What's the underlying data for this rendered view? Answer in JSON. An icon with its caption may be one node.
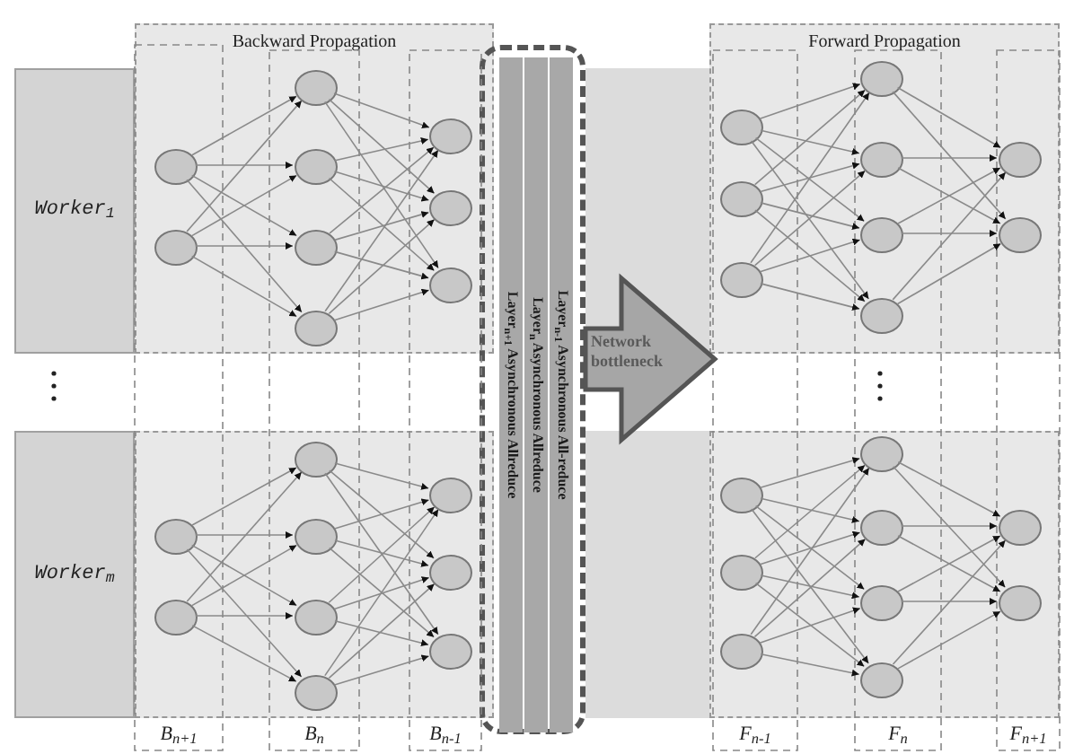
{
  "diagram": {
    "nodes": [
      {
        "text": [
          "Worker$_{1}$"
        ]
      },
      {
        "text": [
          "Worker$_{m}$"
        ]
      },
      {
        "text": [
          "Backward Propagation"
        ]
      },
      {
        "text": [],
        "shape": "box"
      },
      {
        "text": [],
        "shape": "box"
      },
      {
        "text": [
          "Layer$_{n+1}$ Asynchronous Allreduce"
        ],
        "in": 4
      },
      {
        "text": [
          "Layer$_{n}$ Asynchronous Allreduce"
        ],
        "in": 4
      },
      {
        "text": [
          "Layer$_{n-1}$ Asynchronous All-reduce"
        ],
        "in": 4
      },
      {
        "text": [],
        "shape": "box"
      },
      {
        "text": [
          "Forward Propagation"
        ]
      },
      {
        "text": [],
        "shape": "box"
      },
      {
        "text": [],
        "shape": "circle",
        "in": 2
      },
      {
        "text": [],
        "shape": "circle",
        "in": 2
      },
      {
        "text": [],
        "shape": "circle",
        "in": 2
      },
      {
        "text": [],
        "shape": "circle",
        "in": 2
      },
      {
        "text": [],
        "shape": "circle",
        "in": 2
      },
      {
        "text": [],
        "shape": "circle",
        "in": 2
      },
      {
        "text": [],
        "shape": "circle",
        "in": 2
      },
      {
        "text": [],
        "shape": "circle",
        "in": 2
      },
      {
        "text": [],
        "shape": "circle",
        "in": 2
      },
      {
        "text": [],
        "shape": "circle",
        "in": 3
      },
      {
        "text": [],
        "shape": "circle",
        "in": 3
      },
      {
        "text": [],
        "shape": "circle",
        "in": 3
      },
      {
        "text": [],
        "shape": "circle",
        "in": 3
      },
      {
        "text": [],
        "shape": "circle",
        "in": 3
      },
      {
        "text": [],
        "shape": "circle",
        "in": 3
      },
      {
        "text": [],
        "shape": "circle",
        "in": 3
      },
      {
        "text": [],
        "shape": "circle",
        "in": 3
      },
      {
        "text": [],
        "shape": "circle",
        "in": 3
      },
      {
        "text": [],
        "shape": "circle",
        "in": 9
      },
      {
        "text": [],
        "shape": "circle",
        "in": 9
      },
      {
        "text": [],
        "shape": "circle",
        "in": 9
      },
      {
        "text": [],
        "shape": "circle",
        "in": 9
      },
      {
        "text": [],
        "shape": "circle",
        "in": 9
      },
      {
        "text": [],
        "shape": "circle",
        "in": 9
      },
      {
        "text": [],
        "shape": "circle",
        "in": 9
      },
      {
        "text": [],
        "shape": "circle",
        "in": 9
      },
      {
        "text": [],
        "shape": "circle",
        "in": 9
      },
      {
        "text": [],
        "shape": "circle",
        "in": 10
      },
      {
        "text": [],
        "shape": "circle",
        "in": 10
      },
      {
        "text": [],
        "shape": "circle",
        "in": 10
      },
      {
        "text": [],
        "shape": "circle",
        "in": 10
      },
      {
        "text": [],
        "shape": "circle",
        "in": 10
      },
      {
        "text": [],
        "shape": "circle",
        "in": 10
      },
      {
        "text": [],
        "shape": "circle",
        "in": 10
      },
      {
        "text": [],
        "shape": "circle",
        "in": 10
      },
      {
        "text": [],
        "shape": "circle",
        "in": 10
      },
      {
        "text": [],
        "shape": "box"
      }
    ],
    "edges": [
      {
        "from": 11,
        "to": 13,
        "arrow": "to"
      },
      {
        "from": 11,
        "to": 14,
        "arrow": "to"
      },
      {
        "from": 11,
        "to": 15,
        "arrow": "to"
      },
      {
        "from": 11,
        "to": 16,
        "arrow": "to"
      },
      {
        "from": 12,
        "to": 13,
        "arrow": "to"
      },
      {
        "from": 12,
        "to": 14,
        "arrow": "to"
      },
      {
        "from": 12,
        "to": 15,
        "arrow": "to"
      },
      {
        "from": 12,
        "to": 16,
        "arrow": "to"
      },
      {
        "from": 13,
        "to": 17,
        "arrow": "to"
      },
      {
        "from": 13,
        "to": 18,
        "arrow": "to"
      },
      {
        "from": 13,
        "to": 19,
        "arrow": "to"
      },
      {
        "from": 14,
        "to": 17,
        "arrow": "to"
      },
      {
        "from": 14,
        "to": 18,
        "arrow": "to"
      },
      {
        "from": 14,
        "to": 19,
        "arrow": "to"
      },
      {
        "from": 15,
        "to": 17,
        "arrow": "to"
      },
      {
        "from": 15,
        "to": 18,
        "arrow": "to"
      },
      {
        "from": 15,
        "to": 19,
        "arrow": "to"
      },
      {
        "from": 16,
        "to": 17,
        "arrow": "to"
      },
      {
        "from": 16,
        "to": 18,
        "arrow": "to"
      },
      {
        "from": 16,
        "to": 19,
        "arrow": "to"
      },
      {
        "from": 20,
        "to": 22,
        "arrow": "to"
      },
      {
        "from": 20,
        "to": 23,
        "arrow": "to"
      },
      {
        "from": 20,
        "to": 24,
        "arrow": "to"
      },
      {
        "from": 20,
        "to": 25,
        "arrow": "to"
      },
      {
        "from": 21,
        "to": 22,
        "arrow": "to"
      },
      {
        "from": 21,
        "to": 23,
        "arrow": "to"
      },
      {
        "from": 21,
        "to": 24,
        "arrow": "to"
      },
      {
        "from": 21,
        "to": 25,
        "arrow": "to"
      },
      {
        "from": 22,
        "to": 26,
        "arrow": "to"
      },
      {
        "from": 22,
        "to": 27,
        "arrow": "to"
      },
      {
        "from": 22,
        "to": 28,
        "arrow": "to"
      },
      {
        "from": 23,
        "to": 26,
        "arrow": "to"
      },
      {
        "from": 23,
        "to": 27,
        "arrow": "to"
      },
      {
        "from": 23,
        "to": 28,
        "arrow": "to"
      },
      {
        "from": 24,
        "to": 26,
        "arrow": "to"
      },
      {
        "from": 24,
        "to": 27,
        "arrow": "to"
      },
      {
        "from": 24,
        "to": 28,
        "arrow": "to"
      },
      {
        "from": 25,
        "to": 26,
        "arrow": "to"
      },
      {
        "from": 25,
        "to": 27,
        "arrow": "to"
      },
      {
        "from": 25,
        "to": 28,
        "arrow": "to"
      },
      {
        "from": 29,
        "to": 32,
        "arrow": "to"
      },
      {
        "from": 29,
        "to": 33,
        "arrow": "to"
      },
      {
        "from": 29,
        "to": 34,
        "arrow": "to"
      },
      {
        "from": 29,
        "to": 35,
        "arrow": "to"
      },
      {
        "from": 30,
        "to": 32,
        "arrow": "to"
      },
      {
        "from": 30,
        "to": 33,
        "arrow": "to"
      },
      {
        "from": 30,
        "to": 34,
        "arrow": "to"
      },
      {
        "from": 30,
        "to": 35,
        "arrow": "to"
      },
      {
        "from": 31,
        "to": 32,
        "arrow": "to"
      },
      {
        "from": 31,
        "to": 33,
        "arrow": "to"
      },
      {
        "from": 31,
        "to": 34,
        "arrow": "to"
      },
      {
        "from": 31,
        "to": 35,
        "arrow": "to"
      },
      {
        "from": 32,
        "to": 36,
        "arrow": "to"
      },
      {
        "from": 32,
        "to": 37,
        "arrow": "to"
      },
      {
        "from": 33,
        "to": 36,
        "arrow": "to"
      },
      {
        "from": 33,
        "to": 37,
        "arrow": "to"
      },
      {
        "from": 34,
        "to": 36,
        "arrow": "to"
      },
      {
        "from": 34,
        "to": 37,
        "arrow": "to"
      },
      {
        "from": 35,
        "to": 36,
        "arrow": "to"
      },
      {
        "from": 35,
        "to": 37,
        "arrow": "to"
      },
      {
        "from": 38,
        "to": 41,
        "arrow": "to"
      },
      {
        "from": 38,
        "to": 42,
        "arrow": "to"
      },
      {
        "from": 38,
        "to": 43,
        "arrow": "to"
      },
      {
        "from": 38,
        "to": 44,
        "arrow": "to"
      },
      {
        "from": 39,
        "to": 41,
        "arrow": "to"
      },
      {
        "from": 39,
        "to": 42,
        "arrow": "to"
      },
      {
        "from": 39,
        "to": 43,
        "arrow": "to"
      },
      {
        "from": 39,
        "to": 44,
        "arrow": "to"
      },
      {
        "from": 40,
        "to": 41,
        "arrow": "to"
      },
      {
        "from": 40,
        "to": 42,
        "arrow": "to"
      },
      {
        "from": 40,
        "to": 43,
        "arrow": "to"
      },
      {
        "from": 40,
        "to": 44,
        "arrow": "to"
      },
      {
        "from": 41,
        "to": 45,
        "arrow": "to"
      },
      {
        "from": 41,
        "to": 46,
        "arrow": "to"
      },
      {
        "from": 42,
        "to": 45,
        "arrow": "to"
      },
      {
        "from": 42,
        "to": 46,
        "arrow": "to"
      },
      {
        "from": 43,
        "to": 45,
        "arrow": "to"
      },
      {
        "from": 43,
        "to": 46,
        "arrow": "to"
      },
      {
        "from": 44,
        "to": 45,
        "arrow": "to"
      },
      {
        "from": 44,
        "to": 46,
        "arrow": "to"
      },
      {
        "from": 4,
        "to": 9,
        "arrow": "to",
        "label": "Network bottleneck",
        "style": "thick"
      }
    ],
    "labels": [
      "B$_{n+1}$",
      "B$_{n}$",
      "B$_{n-1}$",
      "F$_{n-1}$",
      "F$_{n}$",
      "F$_{n+1}$"
    ]
  }
}
